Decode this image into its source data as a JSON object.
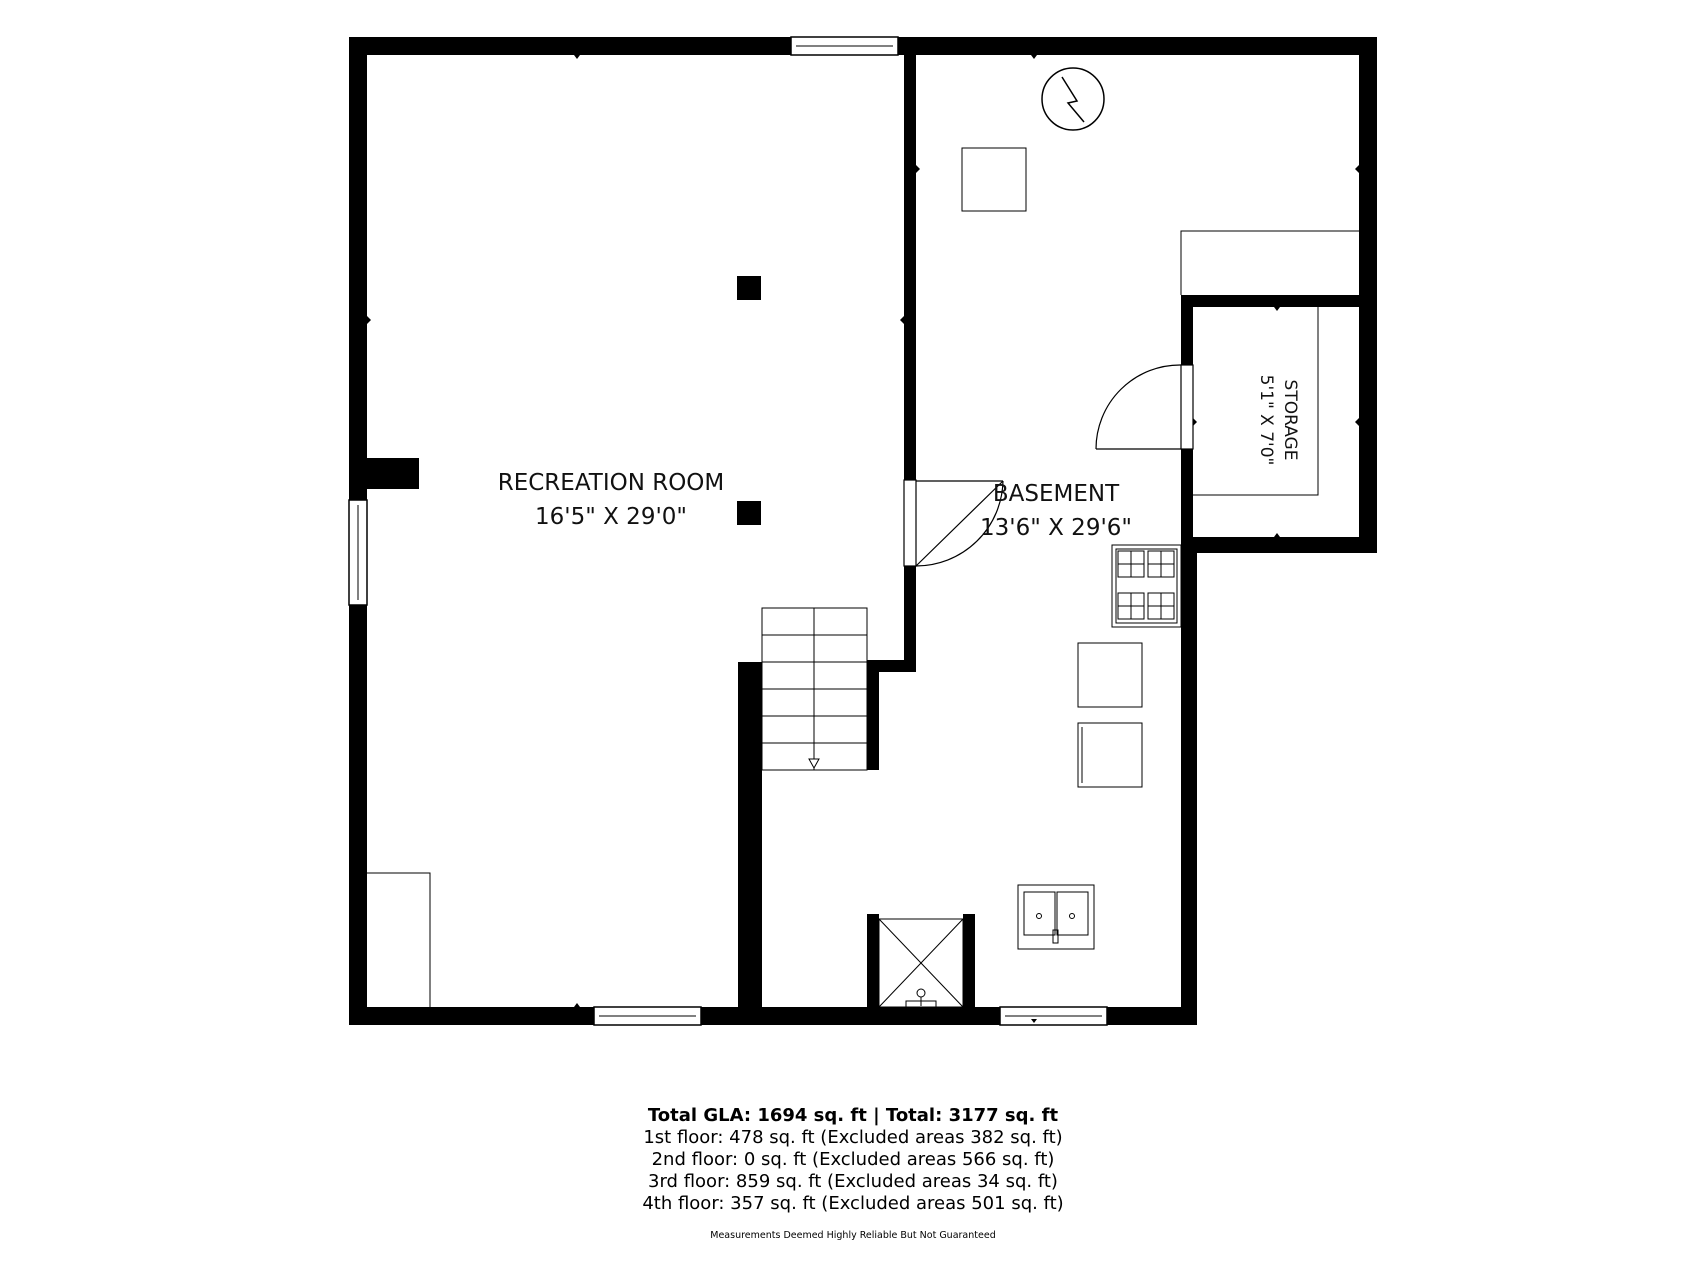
{
  "rooms": {
    "recreation": {
      "name": "RECREATION ROOM",
      "size": "16'5\" X 29'0\""
    },
    "basement": {
      "name": "BASEMENT",
      "size": "13'6\" X 29'6\""
    },
    "storage": {
      "name": "STORAGE",
      "size": "5'1\" X 7'0\""
    }
  },
  "summary": {
    "total": "Total GLA: 1694 sq. ft | Total: 3177 sq. ft",
    "floors": [
      "1st floor: 478 sq. ft (Excluded areas 382 sq. ft)",
      "2nd floor: 0 sq. ft (Excluded areas 566 sq. ft)",
      "3rd floor: 859 sq. ft (Excluded areas 34 sq. ft)",
      "4th floor: 357 sq. ft (Excluded areas 501 sq. ft)"
    ],
    "disclaimer": "Measurements Deemed Highly Reliable But Not Guaranteed"
  }
}
